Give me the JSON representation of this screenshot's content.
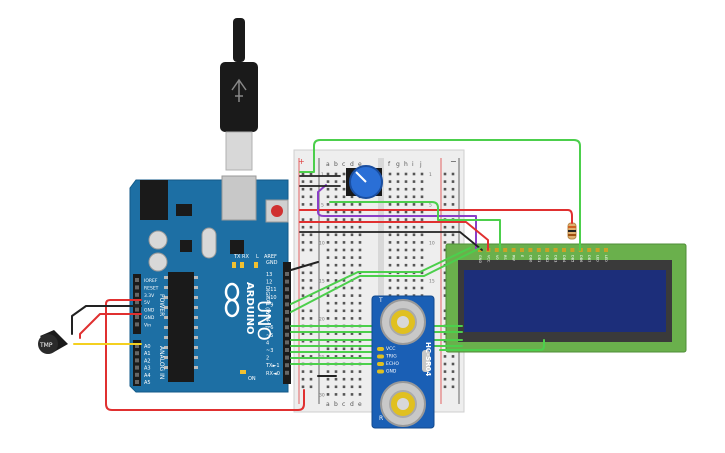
{
  "arduino": {
    "brand": "ARDUINO",
    "model": "UNO",
    "aref_label": "AREF",
    "gnd_label": "GND",
    "digital_label": "DIGITAL (PWM~)",
    "digital_pins": [
      "13",
      "12",
      "~11",
      "~10",
      "~9",
      "8",
      "7",
      "~6",
      "~5",
      "4",
      "~3",
      "2",
      "TX►1",
      "RX◄0"
    ],
    "power_label": "POWER",
    "power_pins": [
      "IOREF",
      "RESET",
      "3.3V",
      "5V",
      "GND",
      "GND",
      "Vin"
    ],
    "analog_label": "ANALOG IN",
    "analog_pins": [
      "A0",
      "A1",
      "A2",
      "A3",
      "A4",
      "A5"
    ],
    "led_labels": [
      "TX",
      "RX",
      "L"
    ],
    "on_label": "ON"
  },
  "sensor": {
    "model": "HC-SR04",
    "pins": [
      "VCC",
      "TRIG",
      "ECHO",
      "GND"
    ],
    "transducer_t": "T",
    "transducer_r": "R"
  },
  "tmp": {
    "label": "TMP"
  },
  "breadboard": {
    "plus": "+",
    "minus": "−",
    "columns": [
      "a",
      "b",
      "c",
      "d",
      "e",
      "f",
      "g",
      "h",
      "i",
      "j"
    ],
    "row_numbers": [
      "1",
      "5",
      "10",
      "15",
      "20",
      "25",
      "30"
    ]
  },
  "lcd": {
    "pins": [
      "GND",
      "VCC",
      "V0",
      "RS",
      "RW",
      "E",
      "DB0",
      "DB1",
      "DB2",
      "DB3",
      "DB4",
      "DB5",
      "DB6",
      "DB7",
      "LED",
      "LED"
    ]
  },
  "colors": {
    "board_blue": "#1d6fa4",
    "breadboard": "#eeeeee",
    "lcd_green": "#6ab04c",
    "lcd_screen": "#1c2e7a",
    "wire_green": "#4ccf4c",
    "wire_red": "#e03030",
    "wire_purple": "#8a3ec7",
    "wire_black": "#222222",
    "wire_yellow": "#f4d020"
  }
}
